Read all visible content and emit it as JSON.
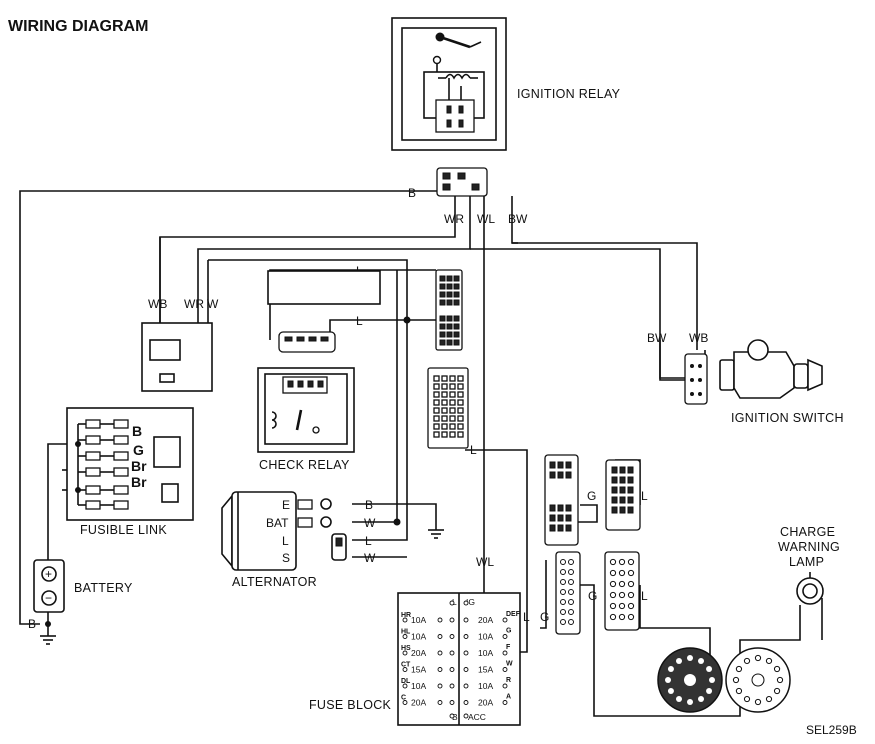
{
  "title": "WIRING DIAGRAM",
  "figure_code": "SEL259B",
  "components": {
    "ignition_relay": "IGNITION RELAY",
    "ignition_switch": "IGNITION SWITCH",
    "check_relay": "CHECK RELAY",
    "fusible_link": "FUSIBLE LINK",
    "alternator": "ALTERNATOR",
    "battery": "BATTERY",
    "fuse_block": "FUSE BLOCK",
    "charge_lamp_line1": "CHARGE",
    "charge_lamp_line2": "WARNING",
    "charge_lamp_line3": "LAMP"
  },
  "wire_colors": {
    "B": "B",
    "WR": "WR",
    "WL": "WL",
    "BW": "BW",
    "WB": "WB",
    "W": "W",
    "L": "L",
    "G": "G",
    "Br": "Br"
  },
  "alternator_terminals": [
    "E",
    "BAT",
    "L",
    "S"
  ],
  "fusible_link_labels": [
    "B",
    "G",
    "Br",
    "Br"
  ],
  "fuse_block": {
    "left_labels": [
      "HR",
      "HL",
      "HS",
      "CT",
      "DL",
      "C"
    ],
    "left_ratings": [
      "10A",
      "10A",
      "20A",
      "15A",
      "10A",
      "20A"
    ],
    "right_labels": [
      "DEF",
      "G",
      "F",
      "W",
      "R",
      "A"
    ],
    "right_ratings": [
      "20A",
      "10A",
      "10A",
      "15A",
      "10A",
      "20A"
    ],
    "top_left": "L",
    "top_right": "IG",
    "bottom_left": "B",
    "bottom_right": "ACC"
  },
  "battery_symbols": {
    "plus": "+",
    "minus": "−"
  }
}
